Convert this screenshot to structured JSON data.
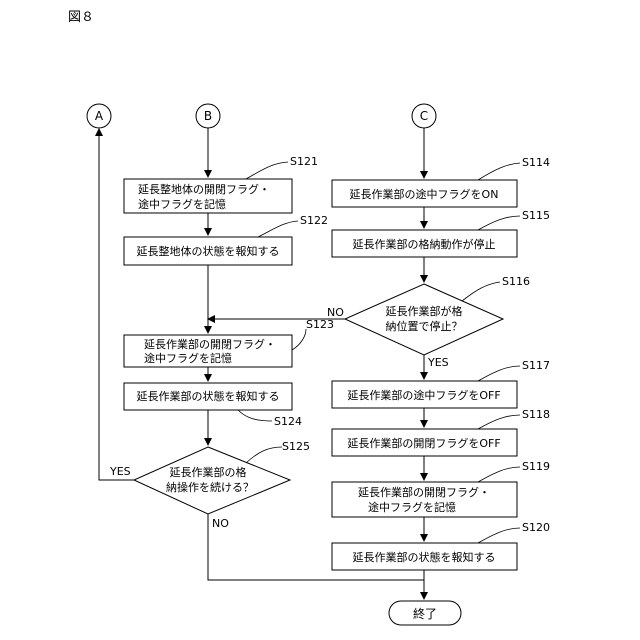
{
  "figure_label": "図８",
  "connectors": {
    "a": "A",
    "b": "B",
    "c": "C"
  },
  "steps": {
    "s121": {
      "id": "S121",
      "line1": "延長整地体の開閉フラグ・",
      "line2": "途中フラグを記憶"
    },
    "s122": {
      "id": "S122",
      "text": "延長整地体の状態を報知する"
    },
    "s123": {
      "id": "S123",
      "line1": "延長作業部の開閉フラグ・",
      "line2": "途中フラグを記憶"
    },
    "s124": {
      "id": "S124",
      "text": "延長作業部の状態を報知する"
    },
    "s125": {
      "id": "S125",
      "line1": "延長作業部の格",
      "line2": "納操作を続ける？"
    },
    "s114": {
      "id": "S114",
      "text": "延長作業部の途中フラグをON"
    },
    "s115": {
      "id": "S115",
      "text": "延長作業部の格納動作が停止"
    },
    "s116": {
      "id": "S116",
      "line1": "延長作業部が格",
      "line2": "納位置で停止？"
    },
    "s117": {
      "id": "S117",
      "text": "延長作業部の途中フラグをOFF"
    },
    "s118": {
      "id": "S118",
      "text": "延長作業部の開閉フラグをOFF"
    },
    "s119": {
      "id": "S119",
      "line1": "延長作業部の開閉フラグ・",
      "line2": "途中フラグを記憶"
    },
    "s120": {
      "id": "S120",
      "text": "延長作業部の状態を報知する"
    }
  },
  "branches": {
    "s116_no": "NO",
    "s116_yes": "YES",
    "s125_yes": "YES",
    "s125_no": "NO"
  },
  "end_label": "終了"
}
